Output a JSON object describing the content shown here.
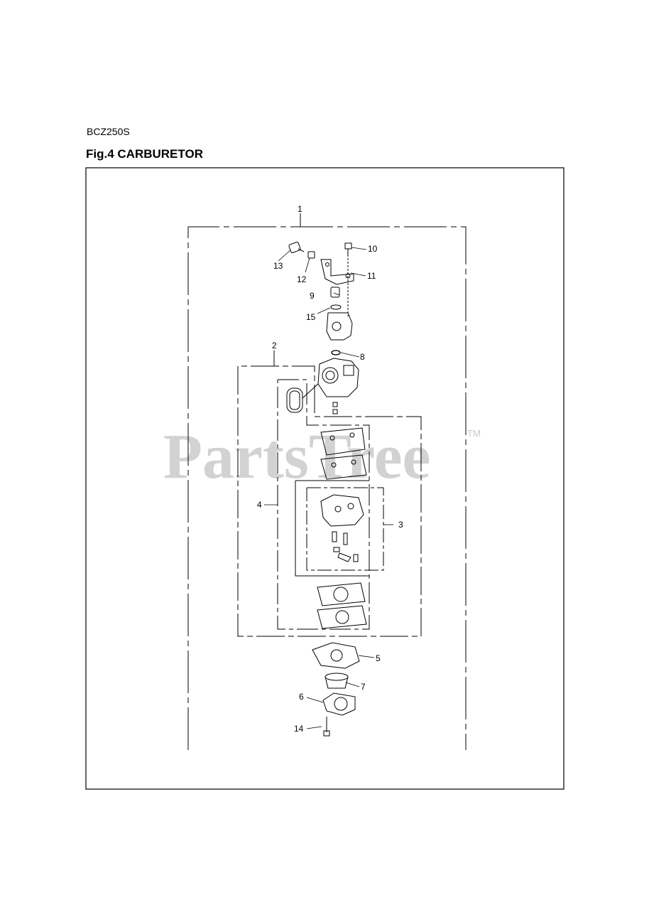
{
  "header": {
    "model": "BCZ250S",
    "title": "Fig.4 CARBURETOR"
  },
  "watermark": {
    "text": "PartsTree",
    "tm": "TM"
  },
  "callouts": [
    "1",
    "2",
    "3",
    "4",
    "5",
    "6",
    "7",
    "8",
    "9",
    "10",
    "11",
    "12",
    "13",
    "14",
    "15"
  ],
  "colors": {
    "line": "#000000",
    "watermark": "#d2d2d2"
  }
}
